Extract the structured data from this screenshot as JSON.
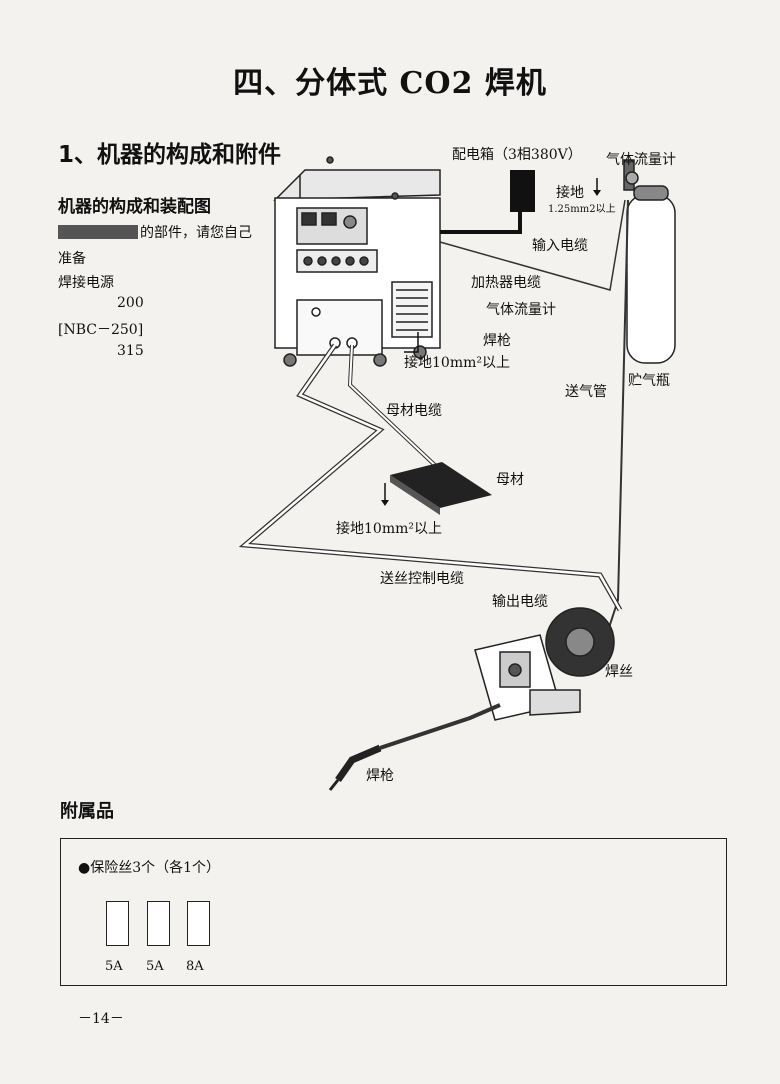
{
  "page": {
    "title": "四、分体式 CO2 焊机",
    "section_heading": "1、机器的构成和附件",
    "subsection_heading": "机器的构成和装配图",
    "note_line1": "的部件，请您自己",
    "note_line2": "准备",
    "power_label": "焊接电源",
    "power_value1": "200",
    "model": "[NBC－250]",
    "power_value2": "315",
    "page_number": "－14－"
  },
  "diagram": {
    "distribution_box": "配电箱（3相380V）",
    "gas_meter_top": "气体流量计",
    "ground_top": "接地",
    "ground_top_spec": "1.25mm2以上",
    "input_cable": "输入电缆",
    "heater_cable": "加热器电缆",
    "gas_meter_mid": "气体流量计",
    "torch_label_top": "焊枪",
    "ground_machine": "接地10mm²以上",
    "cylinder": "贮气瓶",
    "gas_hose": "送气管",
    "workpiece_cable": "母材电缆",
    "workpiece": "母材",
    "ground_workpiece": "接地10mm²以上",
    "wire_feed_cable": "送丝控制电缆",
    "output_cable": "输出电缆",
    "welding_wire": "焊丝",
    "torch_label_bottom": "焊枪"
  },
  "accessories": {
    "heading": "附属品",
    "fuse_line": "●保险丝3个（各1个）",
    "fuses": [
      "5A",
      "5A",
      "8A"
    ]
  }
}
